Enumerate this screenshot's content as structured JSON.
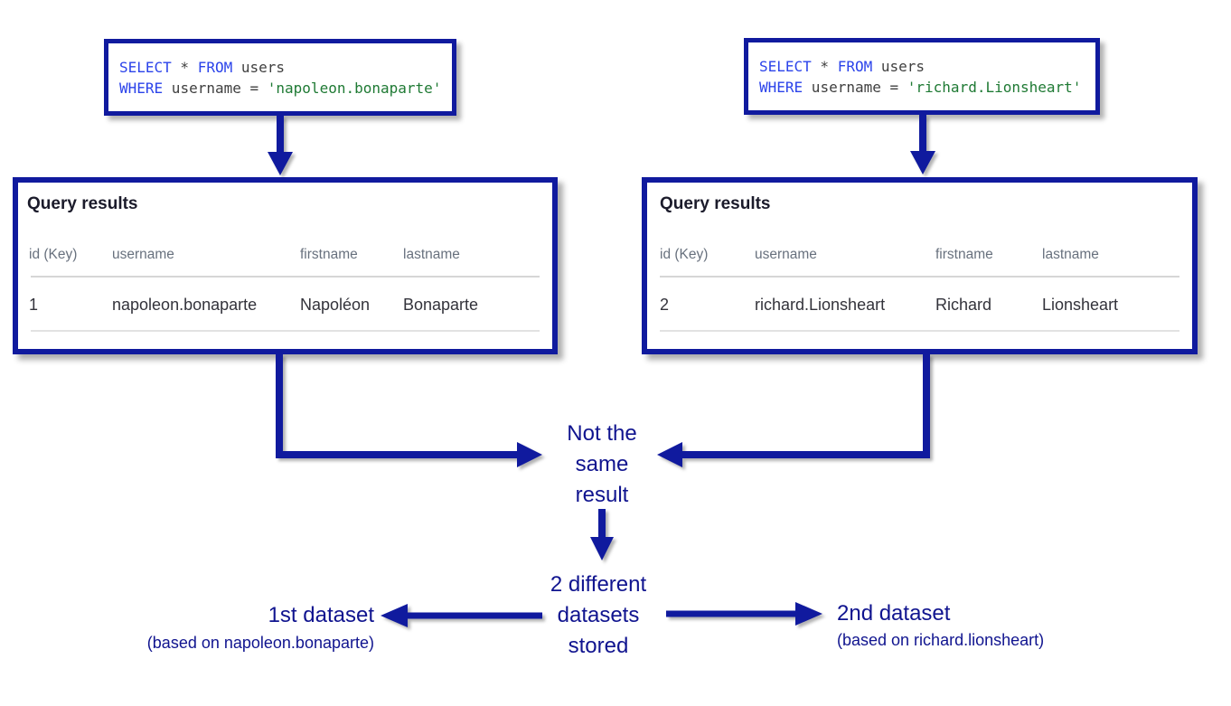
{
  "colors": {
    "accent": "#101a9e",
    "keyword": "#2b43ea",
    "string": "#1f7a34",
    "label": "#10148f"
  },
  "sql_left": {
    "l1": {
      "k1": "SELECT",
      "p1": " * ",
      "k2": "FROM",
      "p2": " users"
    },
    "l2": {
      "k1": "WHERE",
      "p1": " username = ",
      "s": "'napoleon.bonaparte'"
    }
  },
  "sql_right": {
    "l1": {
      "k1": "SELECT",
      "p1": " * ",
      "k2": "FROM",
      "p2": " users"
    },
    "l2": {
      "k1": "WHERE",
      "p1": " username = ",
      "s": "'richard.Lionsheart'"
    }
  },
  "tables": [
    {
      "title": "Query results",
      "headers": [
        "id (Key)",
        "username",
        "firstname",
        "lastname"
      ],
      "rows": [
        [
          "1",
          "napoleon.bonaparte",
          "Napoléon",
          "Bonaparte"
        ]
      ]
    },
    {
      "title": "Query results",
      "headers": [
        "id (Key)",
        "username",
        "firstname",
        "lastname"
      ],
      "rows": [
        [
          "2",
          "richard.Lionsheart",
          "Richard",
          "Lionsheart"
        ]
      ]
    }
  ],
  "labels": {
    "not_same": {
      "l1": "Not the",
      "l2": "same",
      "l3": "result"
    },
    "datasets": {
      "l1": "2 different",
      "l2": "datasets",
      "l3": "stored"
    },
    "first": {
      "title": "1st dataset",
      "subtitle": "(based on napoleon.bonaparte)"
    },
    "second": {
      "title": "2nd dataset",
      "subtitle": "(based on richard.lionsheart)"
    }
  }
}
